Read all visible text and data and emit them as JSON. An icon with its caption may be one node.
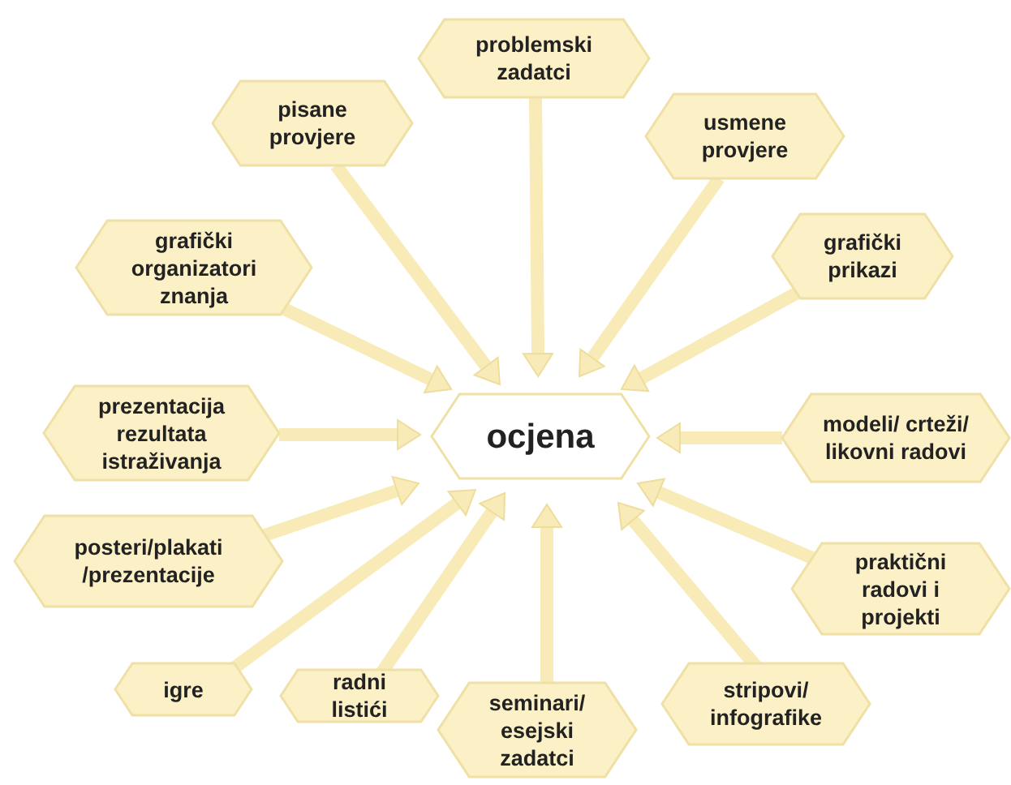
{
  "diagram": {
    "nodes": [
      {
        "text": [
          "ocjena"
        ]
      },
      {
        "text": [
          "problemski zadatci"
        ]
      },
      {
        "text": [
          "pisane provjere"
        ]
      },
      {
        "text": [
          "usmene provjere"
        ]
      },
      {
        "text": [
          "grafički organizatori znanja"
        ]
      },
      {
        "text": [
          "grafički prikazi"
        ]
      },
      {
        "text": [
          "prezentacija rezultata istraživanja"
        ]
      },
      {
        "text": [
          "modeli/ crteži/ likovni radovi"
        ]
      },
      {
        "text": [
          "posteri/plakati /prezentacije"
        ]
      },
      {
        "text": [
          "praktični radovi i projekti"
        ]
      },
      {
        "text": [
          "igre"
        ]
      },
      {
        "text": [
          "radni listići"
        ]
      },
      {
        "text": [
          "seminari/ esejski zadatci"
        ]
      },
      {
        "text": [
          "stripovi/ infografike"
        ]
      }
    ],
    "edges": [
      {
        "from": 1,
        "to": 0,
        "arrow": "to"
      },
      {
        "from": 2,
        "to": 0,
        "arrow": "to"
      },
      {
        "from": 3,
        "to": 0,
        "arrow": "to"
      },
      {
        "from": 4,
        "to": 0,
        "arrow": "to"
      },
      {
        "from": 5,
        "to": 0,
        "arrow": "to"
      },
      {
        "from": 6,
        "to": 0,
        "arrow": "to"
      },
      {
        "from": 7,
        "to": 0,
        "arrow": "to"
      },
      {
        "from": 8,
        "to": 0,
        "arrow": "to"
      },
      {
        "from": 9,
        "to": 0,
        "arrow": "to"
      },
      {
        "from": 10,
        "to": 0,
        "arrow": "to"
      },
      {
        "from": 11,
        "to": 0,
        "arrow": "to"
      },
      {
        "from": 12,
        "to": 0,
        "arrow": "to"
      },
      {
        "from": 13,
        "to": 0,
        "arrow": "to"
      }
    ]
  }
}
